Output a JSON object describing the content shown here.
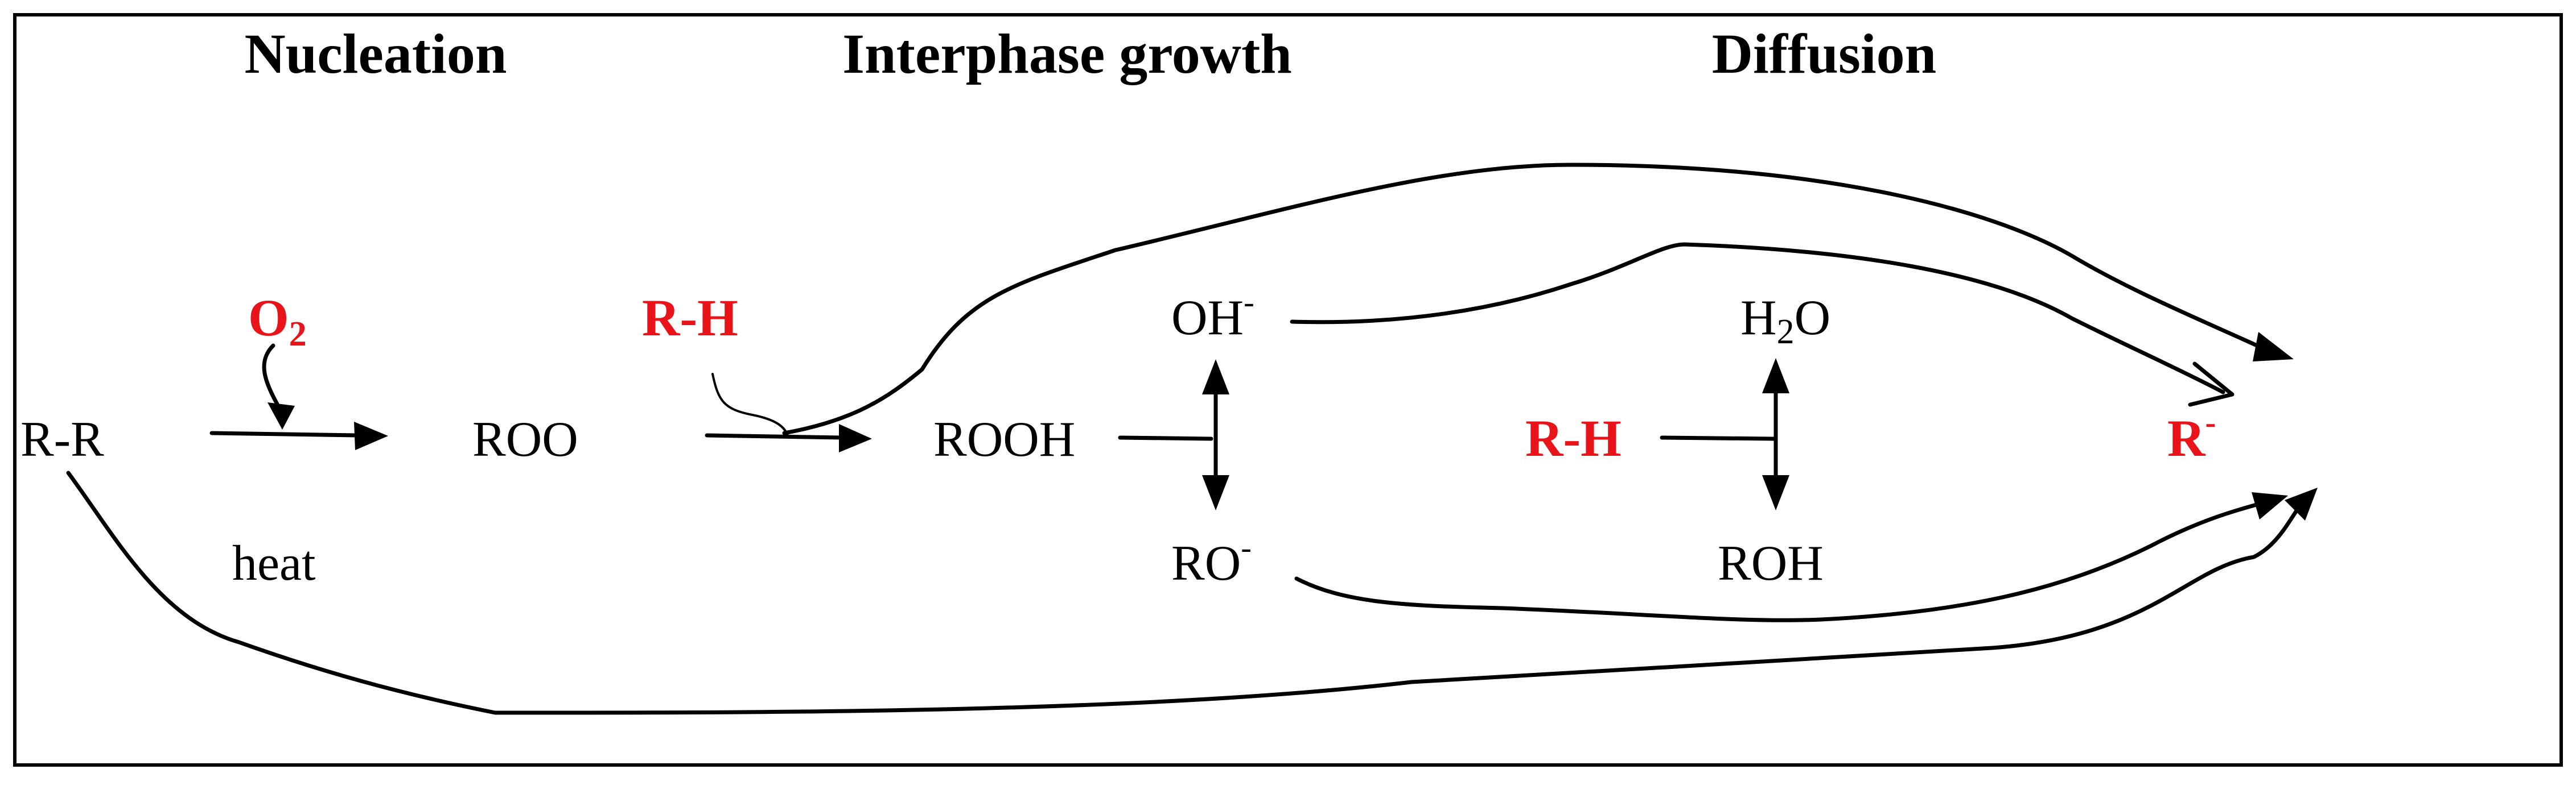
{
  "stages": {
    "nucleation": "Nucleation",
    "interphase": "Interphase growth",
    "diffusion": "Diffusion"
  },
  "species": {
    "rr": "R-R",
    "o2": {
      "main": "O",
      "sub": "2"
    },
    "heat": "heat",
    "roo": "ROO",
    "rh_first": "R-H",
    "rooh": "ROOH",
    "oh": {
      "main": "OH",
      "sup": "-"
    },
    "ro": {
      "main": "RO",
      "sup": "-"
    },
    "rh_second": "R-H",
    "h2o": {
      "pre": "H",
      "sub": "2",
      "post": "O"
    },
    "roh": "ROH",
    "r_radical": {
      "main": "R",
      "sup": "-"
    }
  },
  "colors": {
    "reactant": "#e8141a",
    "text": "#000000",
    "border": "#000000"
  }
}
